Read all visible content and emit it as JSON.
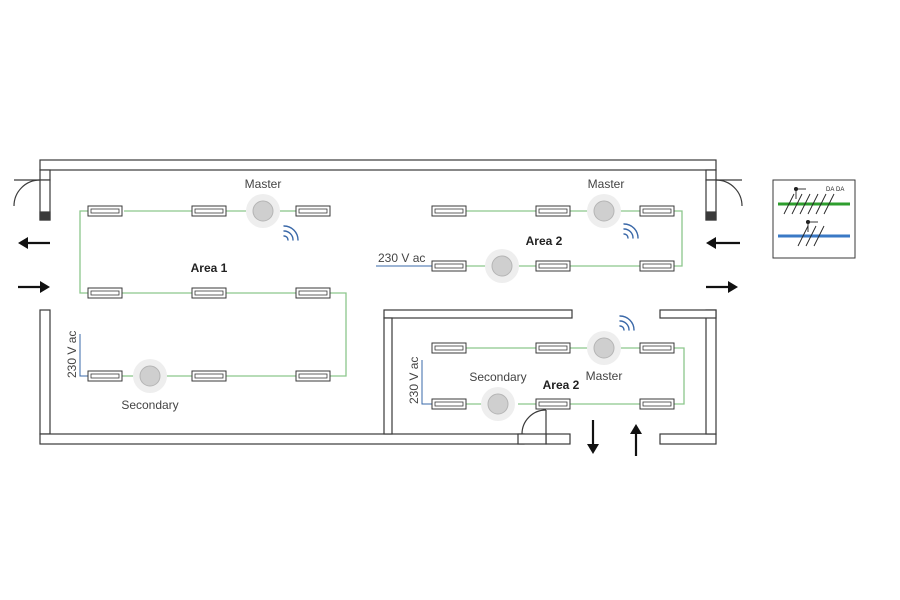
{
  "labels": {
    "master_1": "Master",
    "master_2": "Master",
    "master_3": "Master",
    "secondary_1": "Secondary",
    "secondary_2": "Secondary",
    "area_1": "Area 1",
    "area_2_top": "Area 2",
    "area_2_bottom": "Area 2",
    "supply_top": "230 V ac",
    "supply_left": "230 V ac",
    "supply_mid": "230 V ac"
  },
  "legend": {
    "da_1": "DA",
    "da_2": "DA"
  },
  "colors": {
    "wall": "#3a3a3a",
    "bus_line": "#8cc78c",
    "legend_green": "#2e9e2e",
    "legend_blue": "#3a79c5",
    "supply_line": "#3a68a8",
    "wireless": "#3a68a8",
    "sensor_fill": "#cfcfcf",
    "sensor_halo": "#eeeeee"
  },
  "icons": {
    "wireless": "wireless-icon",
    "arrow": "arrow-icon",
    "sensor": "sensor-icon"
  }
}
